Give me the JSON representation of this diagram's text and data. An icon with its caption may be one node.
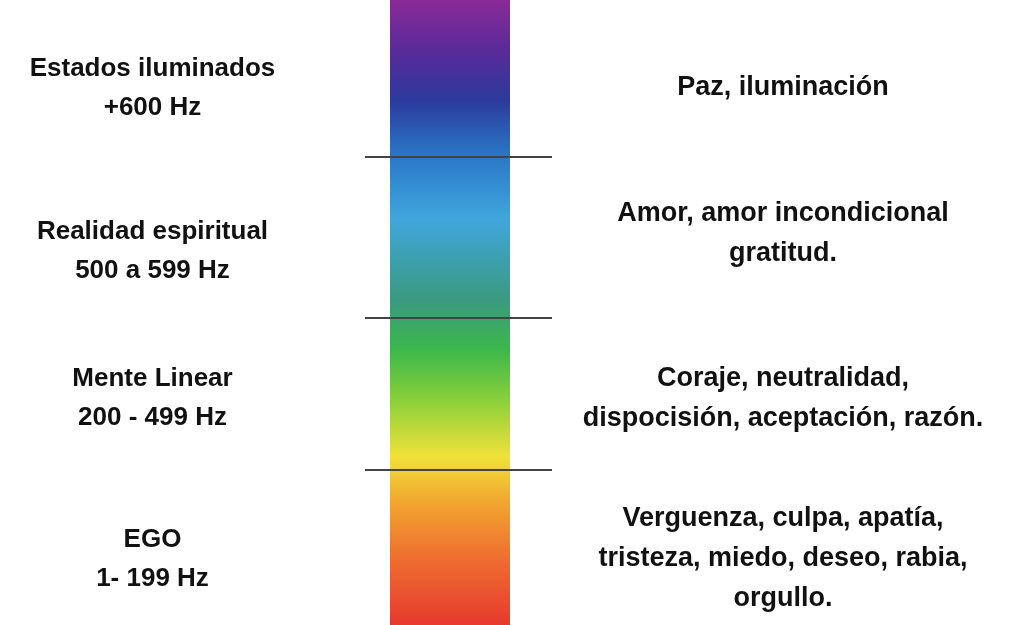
{
  "diagram": {
    "nodes": [
      {
        "text": [],
        "shape": "bar"
      }
    ],
    "labels": [
      "Estados iluminados",
      "+600 Hz",
      "Paz, iluminación",
      "Realidad espiritual",
      "500 a 599 Hz",
      "Amor, amor incondicional gratitud.",
      "Mente Linear",
      "200 - 499 Hz",
      "Coraje, neutralidad, dispocisión, aceptación, razón.",
      "EGO",
      "1- 199 Hz",
      "Verguenza, culpa, apatía, tristeza, miedo, deseo, rabia, orgullo."
    ]
  }
}
